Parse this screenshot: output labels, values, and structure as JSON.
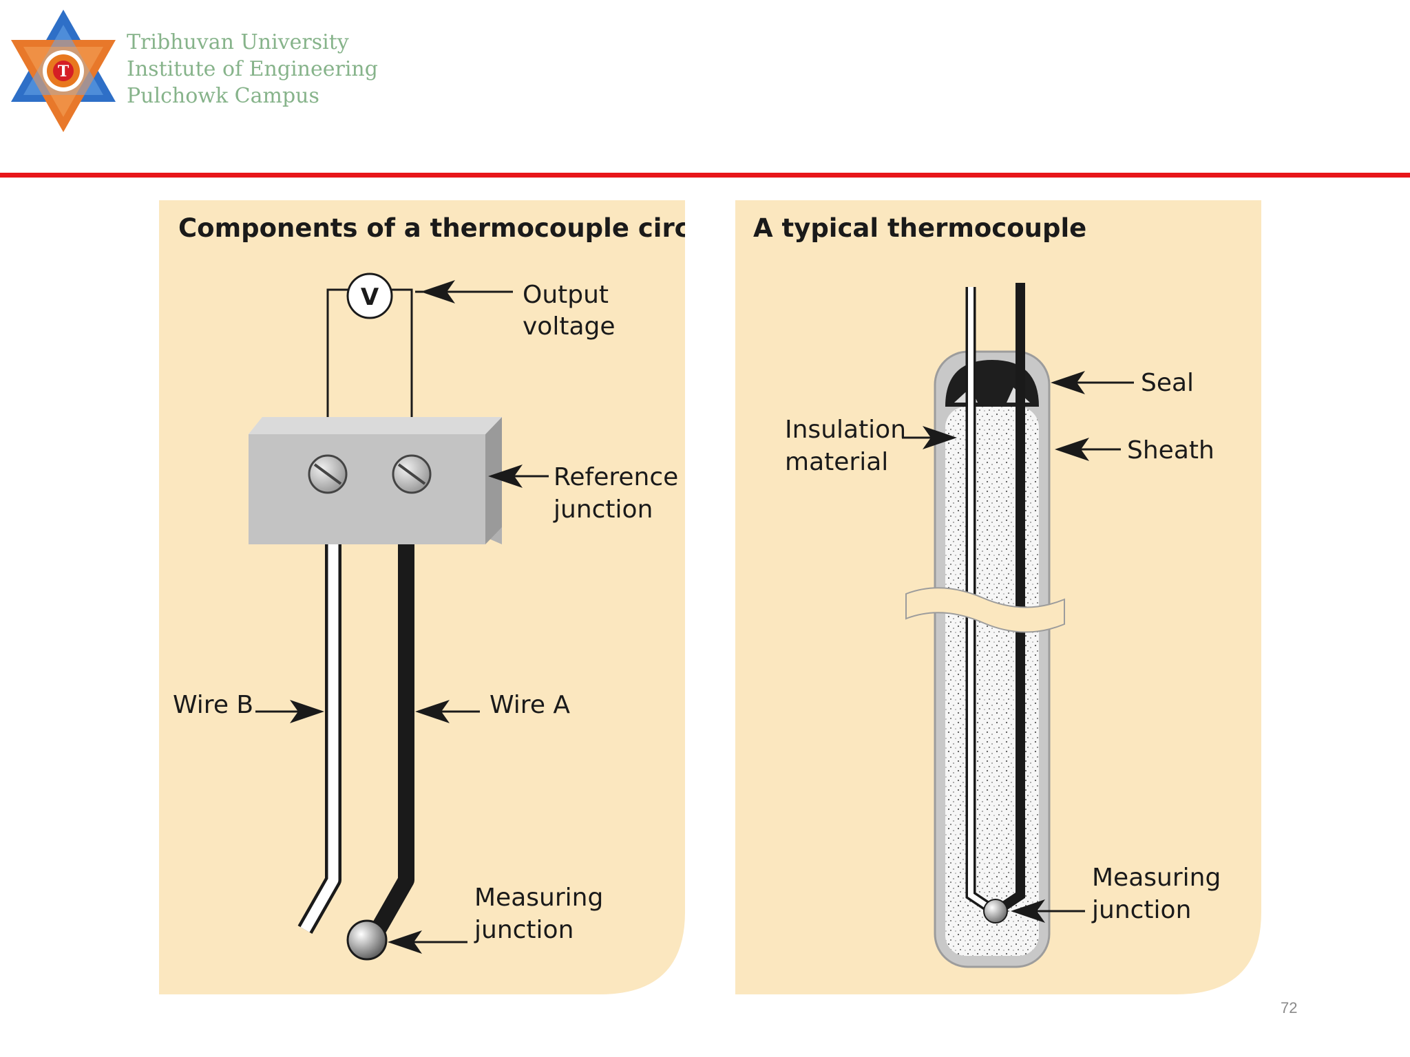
{
  "header": {
    "institution_lines": [
      "Tribhuvan University",
      "Institute of  Engineering",
      "Pulchowk Campus"
    ],
    "logo_icon": "tribhuvan-university-star-emblem",
    "rule_color": "#e8161a",
    "text_color": "#86b38a"
  },
  "diagram_left": {
    "title": "Components of a thermocouple circuit",
    "voltmeter_symbol": "V",
    "labels": {
      "output_voltage": [
        "Output",
        "voltage"
      ],
      "reference_junction": [
        "Reference",
        "junction"
      ],
      "wire_b": "Wire B",
      "wire_a": "Wire A",
      "measuring_junction": [
        "Measuring",
        "junction"
      ]
    }
  },
  "diagram_right": {
    "title": "A typical thermocouple",
    "labels": {
      "seal": "Seal",
      "insulation_material": [
        "Insulation",
        "material"
      ],
      "sheath": "Sheath",
      "measuring_junction": [
        "Measuring",
        "junction"
      ]
    }
  },
  "colors": {
    "panel_background": "#fbe7bf",
    "block_gray": "#c3c3c3",
    "sheath_gray": "#c8c8c8",
    "wire_black": "#1a1a1a"
  },
  "footer": {
    "page_number": "72"
  }
}
